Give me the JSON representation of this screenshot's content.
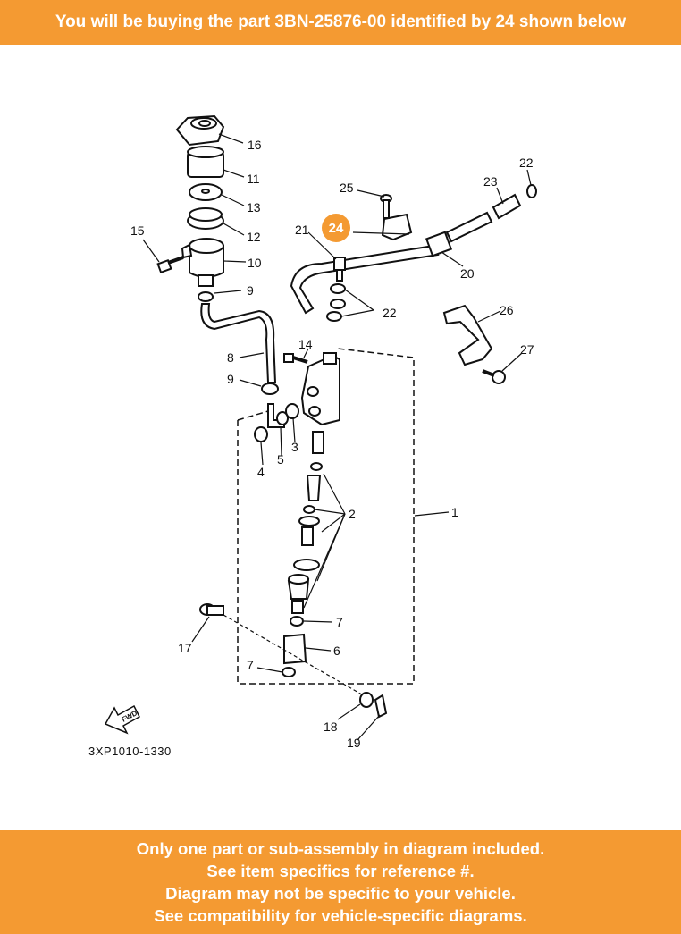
{
  "header": {
    "text": "You will be buying the part 3BN-25876-00 identified by 24 shown below"
  },
  "highlight": {
    "number": "24",
    "color": "#f49a32"
  },
  "diagram": {
    "code": "3XP1010-1330",
    "fwd_label": "FWD",
    "labels": [
      "16",
      "11",
      "13",
      "12",
      "10",
      "15",
      "9",
      "8",
      "9",
      "14",
      "4",
      "5",
      "3",
      "2",
      "1",
      "7",
      "6",
      "7",
      "17",
      "18",
      "19",
      "25",
      "21",
      "22",
      "22",
      "23",
      "20",
      "26",
      "27"
    ]
  },
  "footer": {
    "lines": [
      "Only one part or sub-assembly in diagram included.",
      "See item specifics for reference #.",
      "Diagram may not be specific to your vehicle.",
      "See compatibility for vehicle-specific diagrams."
    ]
  },
  "colors": {
    "banner": "#f49a32",
    "banner_text": "#ffffff",
    "ink": "#111111"
  }
}
